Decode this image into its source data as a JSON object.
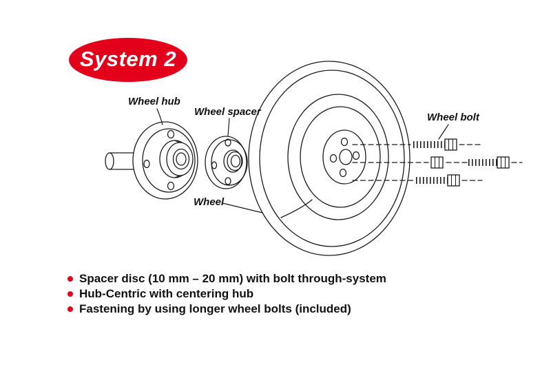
{
  "badge": {
    "label": "System 2"
  },
  "diagram": {
    "labels": {
      "wheel_hub": "Wheel hub",
      "wheel_spacer": "Wheel spacer",
      "wheel": "Wheel",
      "wheel_bolt": "Wheel bolt"
    }
  },
  "bullets": [
    "Spacer disc (10 mm – 20 mm) with bolt through-system",
    "Hub-Centric with centering hub",
    "Fastening by using longer wheel bolts (included)"
  ],
  "colors": {
    "accent_red": "#e2001a",
    "line": "#1a1a1a",
    "background": "#ffffff"
  }
}
